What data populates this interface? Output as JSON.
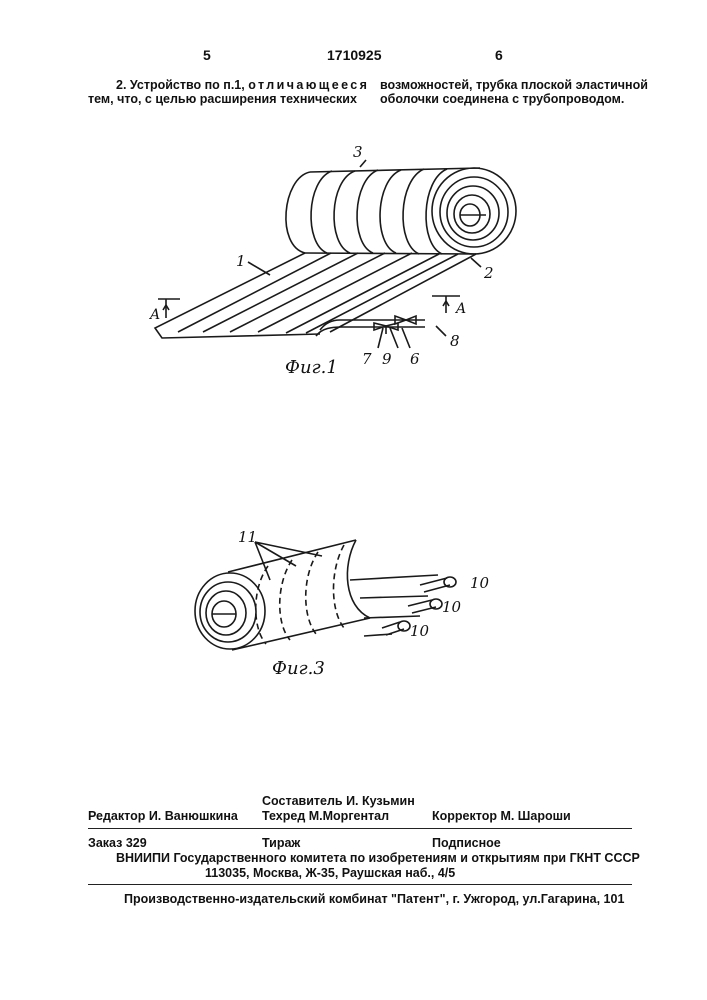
{
  "header": {
    "page_left": "5",
    "patent_number": "1710925",
    "page_right": "6"
  },
  "claim": {
    "line1_a": "2. Устройство по п.1,",
    "line1_b": "отличающееся",
    "line2": "тем, что, с целью расширения технических",
    "line3": "возможностей, трубка плоской эластичной",
    "line4": "оболочки соединена с трубопроводом."
  },
  "fig1": {
    "caption": "Фиг.1",
    "labels": {
      "l1": "1",
      "l2": "2",
      "l3": "3",
      "l6": "6",
      "l7": "7",
      "l8": "8",
      "l9": "9",
      "section_left": "A",
      "section_right": "A"
    }
  },
  "fig3": {
    "caption": "Фиг.3",
    "labels": {
      "l11": "11",
      "l10a": "10",
      "l10b": "10",
      "l10c": "10"
    }
  },
  "colophon": {
    "composer": "Составитель И. Кузьмин",
    "editor": "Редактор И. Ванюшкина",
    "techred": "Техред М.Моргентал",
    "corrector": "Корректор М. Шароши",
    "order": "Заказ 329",
    "circulation": "Тираж",
    "subscription": "Подписное",
    "institute": "ВНИИПИ Государственного комитета по изобретениям и открытиям при ГКНТ СССР",
    "address": "113035, Москва, Ж-35, Раушская наб., 4/5",
    "publisher": "Производственно-издательский комбинат \"Патент\", г. Ужгород, ул.Гагарина, 101"
  }
}
